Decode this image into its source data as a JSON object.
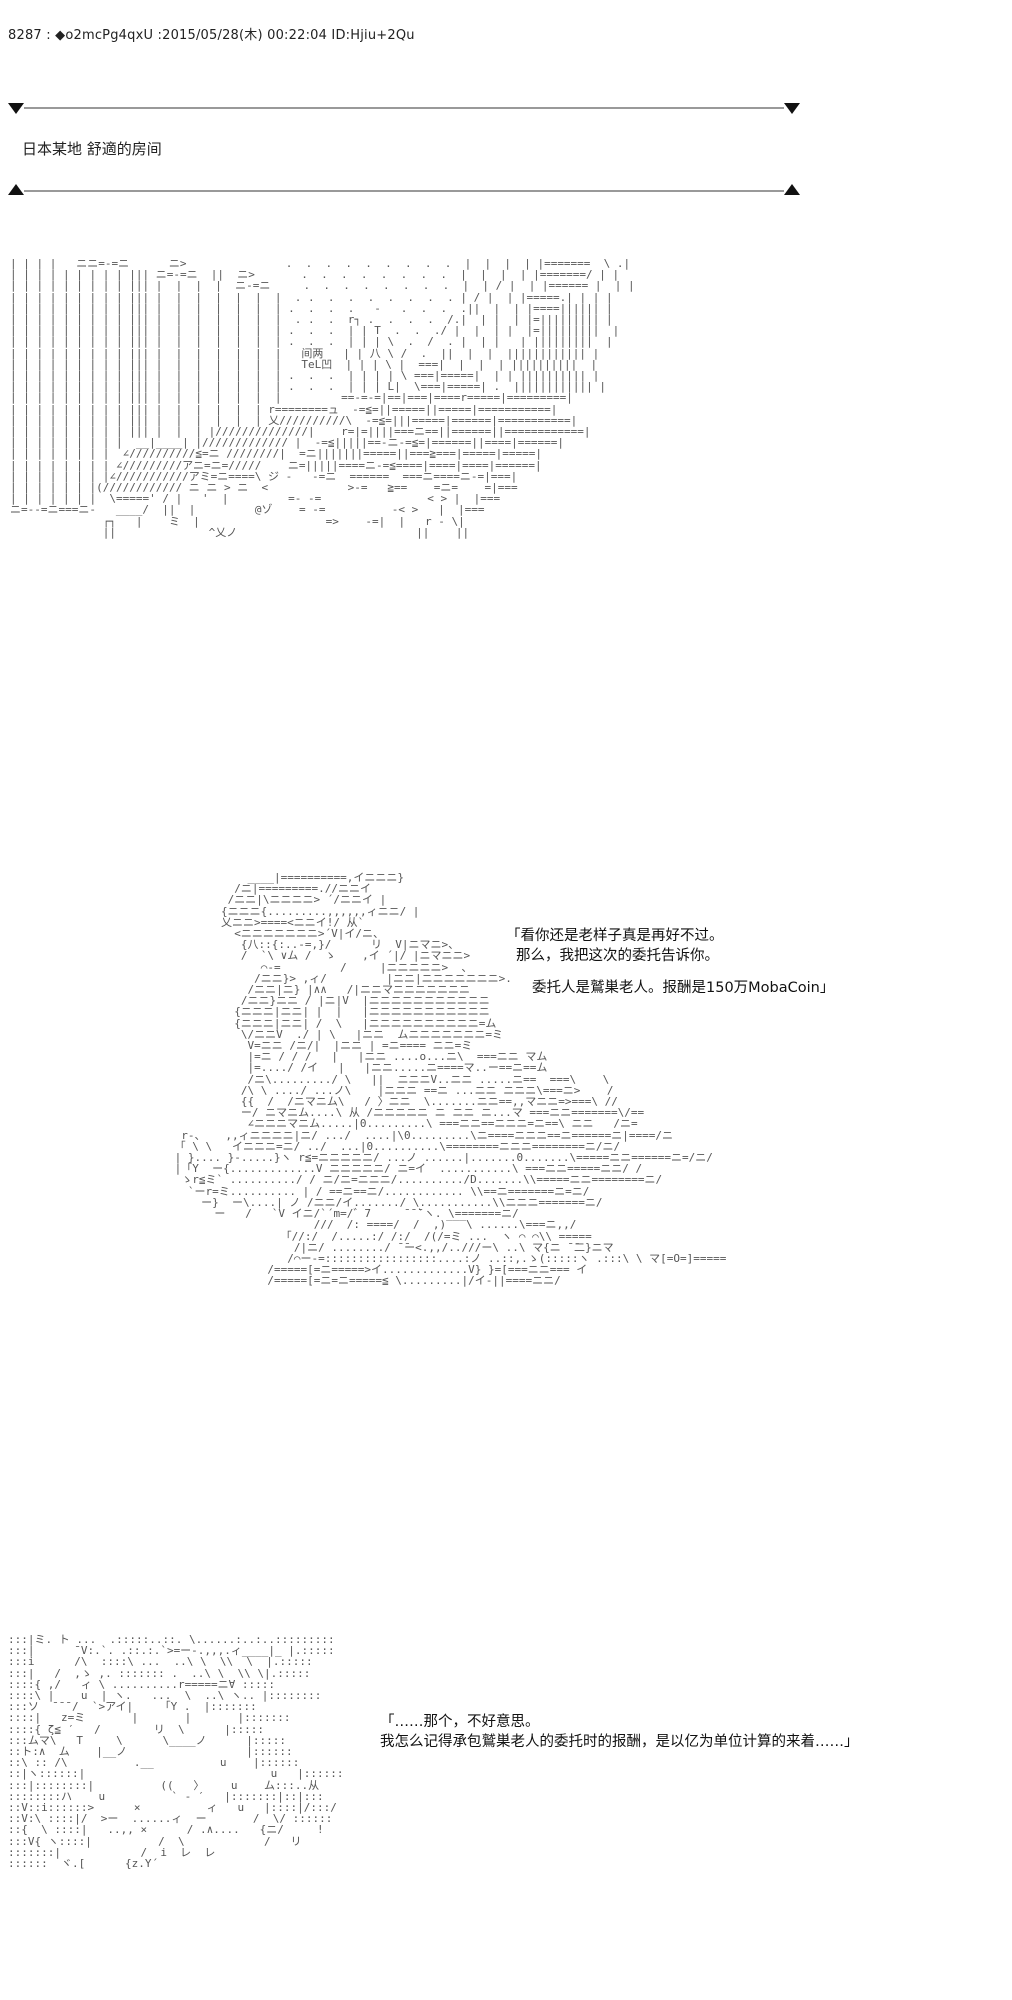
{
  "post": {
    "header": "8287 : ◆o2mcPg4qxU :2015/05/28(木) 00:22:04 ID:Hjiu+2Qu"
  },
  "scene": {
    "location": "日本某地  舒適的房间"
  },
  "dialogue_1": {
    "lines": [
      "「看你还是老样子真是再好不过。",
      "那么，我把这次的委托告诉你。",
      "委托人是鷲巣老人。报酬是150万MobaCoin」"
    ]
  },
  "dialogue_2": {
    "lines": [
      "「……那个，不好意思。",
      "我怎么记得承包鷲巣老人的委托时的报酬，是以亿为单位计算的来着……」"
    ]
  },
  "room_face_text": {
    "line1": "间两",
    "line2": "TeL凹"
  }
}
